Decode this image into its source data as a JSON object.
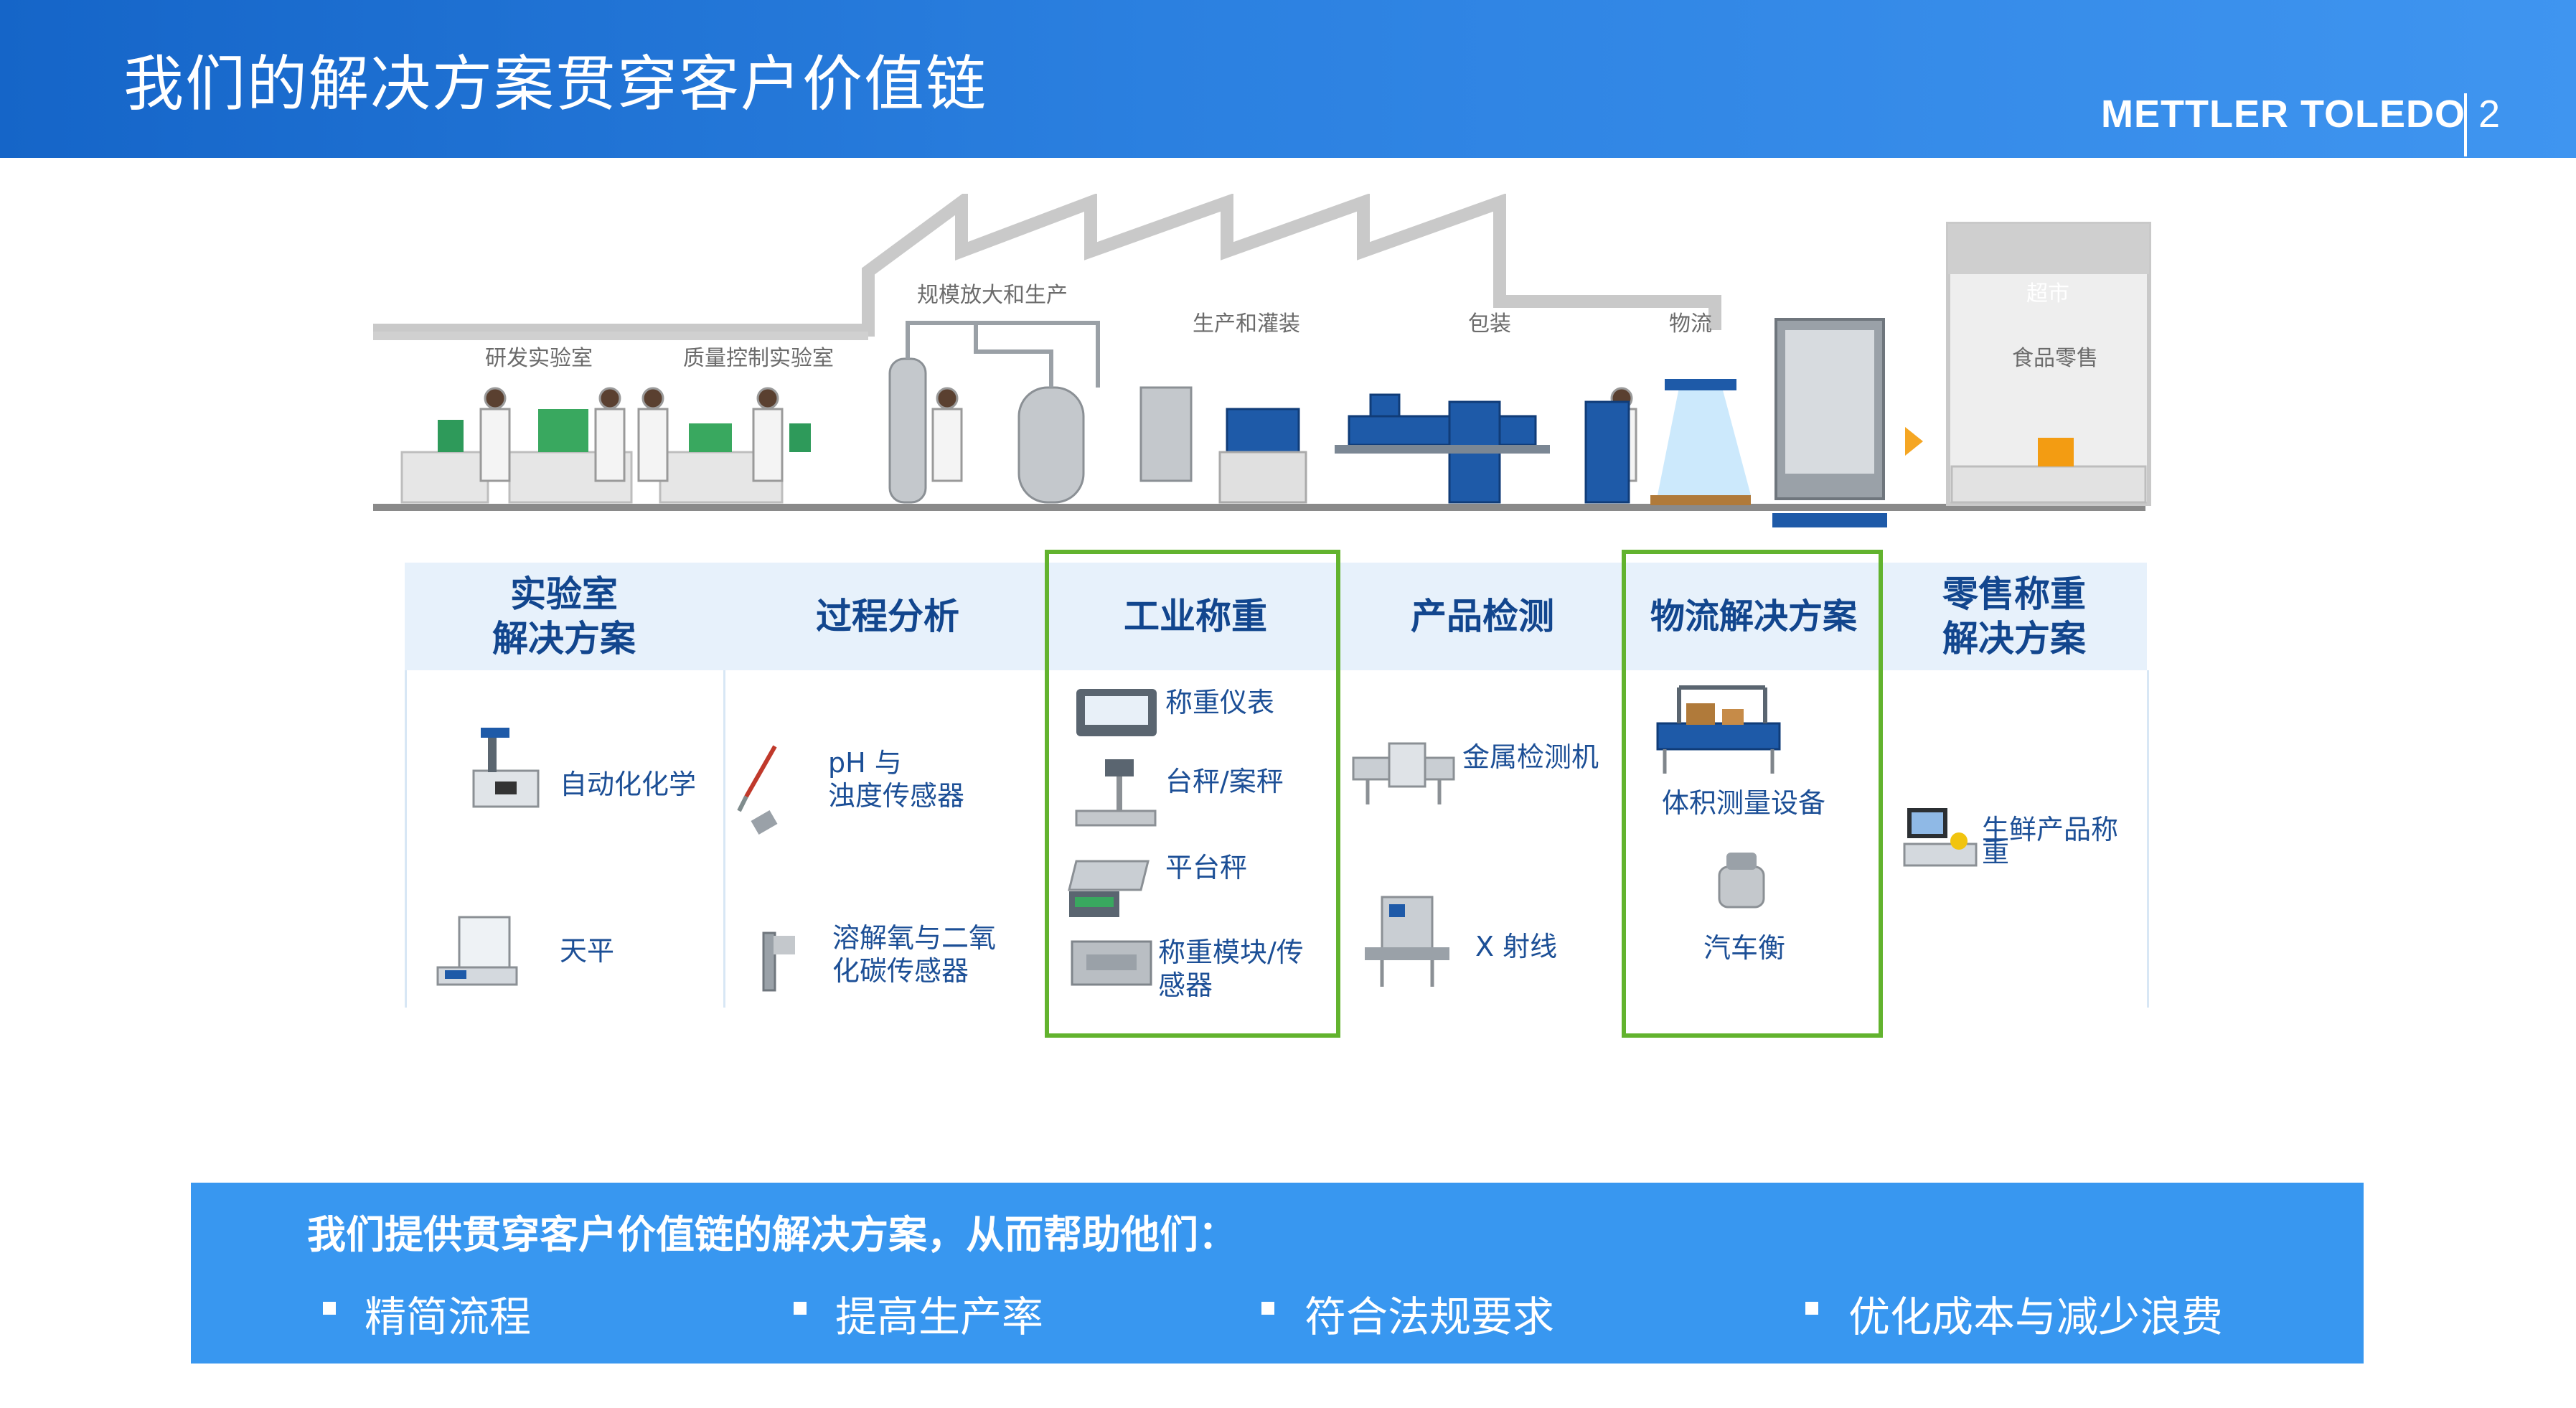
{
  "header": {
    "title": "我们的解决方案贯穿客户价值链",
    "logo_text": "METTLER TOLEDO",
    "page_number": "2"
  },
  "scene": {
    "stages": [
      "研发实验室",
      "质量控制实验室",
      "规模放大和生产",
      "生产和灌装",
      "包装",
      "物流",
      "超市",
      "食品零售"
    ]
  },
  "columns": [
    {
      "title": "实验室\n解决方案",
      "items": [
        "自动化化学",
        "天平"
      ]
    },
    {
      "title": "过程分析",
      "items": [
        "pH 与\n浊度传感器",
        "溶解氧与二氧\n化碳传感器"
      ]
    },
    {
      "title": "工业称重",
      "items": [
        "称重仪表",
        "台秤/案秤",
        "平台秤",
        "称重模块/传\n感器"
      ],
      "highlighted": true
    },
    {
      "title": "产品检测",
      "items": [
        "金属检测机",
        "X 射线"
      ]
    },
    {
      "title": "物流解决方案",
      "items": [
        "体积测量设备",
        "汽车衡"
      ],
      "highlighted": true
    },
    {
      "title": "零售称重\n解决方案",
      "items": [
        "生鲜产品称\n重"
      ]
    }
  ],
  "banner": {
    "title": "我们提供贯穿客户价值链的解决方案，从而帮助他们：",
    "bullets": [
      "精简流程",
      "提高生产率",
      "符合法规要求",
      "优化成本与减少浪费"
    ]
  },
  "colors": {
    "header_blue": "#1f72d6",
    "banner_blue": "#3897f0",
    "heading_text": "#12468e",
    "highlight_green": "#62b32e",
    "column_head_bg": "#e7f1fb"
  }
}
